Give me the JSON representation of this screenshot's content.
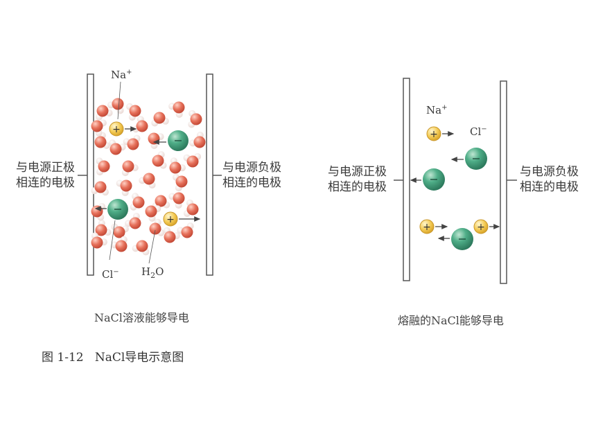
{
  "left_panel": {
    "na_label": "Na",
    "na_charge": "+",
    "cl_label": "Cl",
    "cl_charge": "−",
    "water_label_H": "H",
    "water_label_2": "2",
    "water_label_O": "O",
    "positive_electrode_line1": "与电源正极",
    "positive_electrode_line2": "相连的电极",
    "negative_electrode_line1": "与电源负极",
    "negative_electrode_line2": "相连的电极",
    "caption": "NaCl溶液能够导电"
  },
  "right_panel": {
    "na_label": "Na",
    "na_charge": "+",
    "cl_label": "Cl",
    "cl_charge": "−",
    "positive_electrode_line1": "与电源正极",
    "positive_electrode_line2": "相连的电极",
    "negative_electrode_line1": "与电源负极",
    "negative_electrode_line2": "相连的电极",
    "caption": "熔融的NaCl能够导电"
  },
  "figure_caption": {
    "number": "图 1-12",
    "title": "NaCl导电示意图"
  },
  "colors": {
    "na_ion": "#f2c24a",
    "cl_ion": "#3f9a78",
    "water_oxygen": "#e0644e",
    "water_hydrogen": "#f3e6e2",
    "electrode": "#555555"
  }
}
